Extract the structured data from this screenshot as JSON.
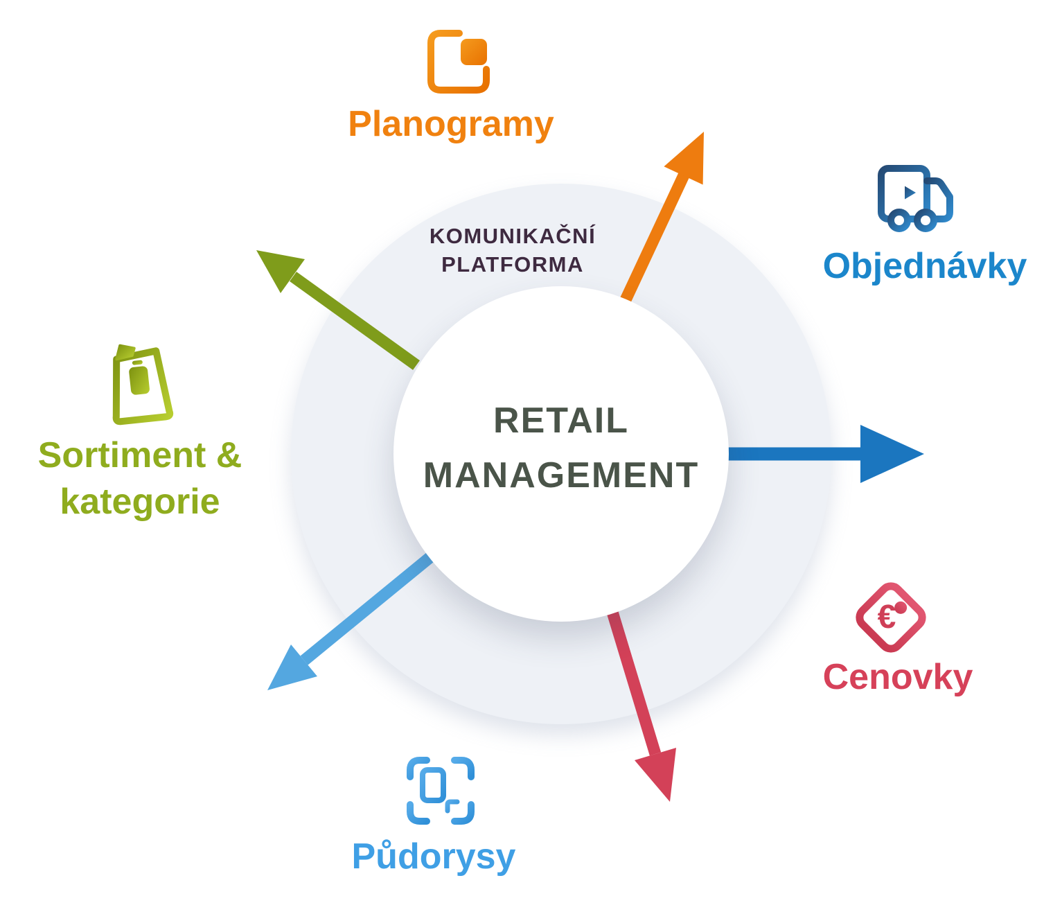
{
  "hub": {
    "title_line1": "RETAIL",
    "title_line2": "MANAGEMENT",
    "title_color": "#4a5449",
    "ring_label_line1": "KOMUNIKAČNÍ",
    "ring_label_line2": "PLATFORMA",
    "ring_label_color": "#3e2a40",
    "ring_color": "#eef1f6",
    "circle_color": "#ffffff"
  },
  "nodes": [
    {
      "id": "planogramy",
      "label": "Planogramy",
      "color": "#f0810f",
      "icon": "planogram-shelf-icon",
      "position": "top"
    },
    {
      "id": "objednavky",
      "label": "Objednávky",
      "color": "#1b86cb",
      "icon": "delivery-truck-icon",
      "position": "top-right"
    },
    {
      "id": "cenovky",
      "label": "Cenovky",
      "color": "#d64159",
      "icon": "euro-price-tag-icon",
      "icon_symbol": "€",
      "position": "bottom-right"
    },
    {
      "id": "pudorysy",
      "label": "Půdorysy",
      "color": "#3f9fe5",
      "icon": "floorplan-scan-icon",
      "position": "bottom"
    },
    {
      "id": "sortiment",
      "label_line1": "Sortiment &",
      "label_line2": "kategorie",
      "color": "#8fac1e",
      "icon": "assortment-bag-icon",
      "position": "left"
    }
  ],
  "arrows": [
    {
      "target": "planogramy",
      "color": "#ee7c0f",
      "direction": "up-right"
    },
    {
      "target": "objednavky",
      "color": "#1b76bf",
      "direction": "right"
    },
    {
      "target": "cenovky",
      "color": "#d34158",
      "direction": "down-right"
    },
    {
      "target": "pudorysy",
      "color": "#54a7e0",
      "direction": "down-left"
    },
    {
      "target": "sortiment",
      "color": "#7f9c1b",
      "direction": "up-left"
    }
  ]
}
